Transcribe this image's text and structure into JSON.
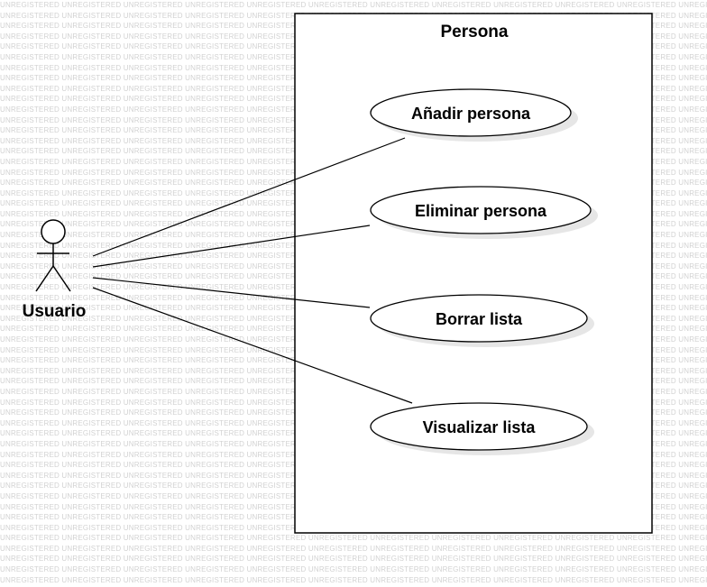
{
  "watermark": {
    "text": "UNREGISTERED"
  },
  "system": {
    "name": "Persona"
  },
  "actor": {
    "name": "Usuario"
  },
  "use_cases": [
    {
      "label": "Añadir persona"
    },
    {
      "label": "Eliminar persona"
    },
    {
      "label": "Borrar lista"
    },
    {
      "label": "Visualizar lista"
    }
  ],
  "colors": {
    "line": "#000000",
    "shadow": "#e6e6e6",
    "watermark": "#d2d2d2",
    "background": "#ffffff"
  }
}
